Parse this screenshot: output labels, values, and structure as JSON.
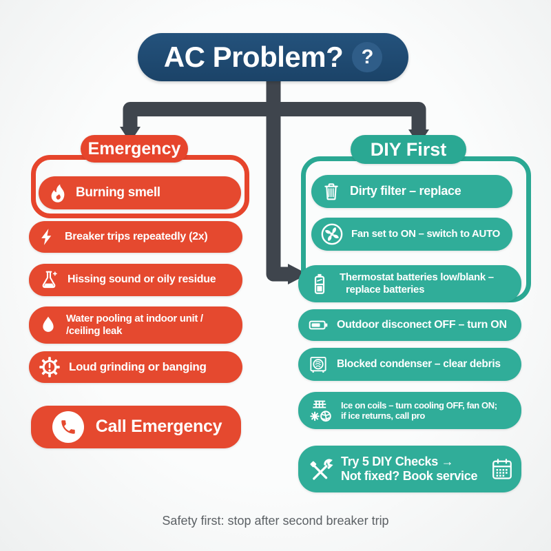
{
  "title": {
    "label": "AC Problem?",
    "badge": "?"
  },
  "colors": {
    "navy": "#1e4a72",
    "red": "#e5492f",
    "teal": "#2fae99",
    "connector": "#3f454d",
    "footer_text": "#5c6165"
  },
  "emergency": {
    "header": "Emergency",
    "items": [
      {
        "icon": "flame-icon",
        "line1": "Burning smell"
      },
      {
        "icon": "bolt-icon",
        "line1": "Breaker trips repeatedly (2x)"
      },
      {
        "icon": "flask-icon",
        "line1": "Hissing sound or oily residue"
      },
      {
        "icon": "droplet-icon",
        "line1": "Water pooling at indoor unit /",
        "line2": "/ceiling leak"
      },
      {
        "icon": "gear-alert-icon",
        "line1": "Loud grinding or banging"
      }
    ],
    "cta": {
      "icon": "phone-icon",
      "label": "Call Emergency"
    }
  },
  "diy": {
    "header": "DIY First",
    "items": [
      {
        "icon": "trash-icon",
        "line1": "Dirty filter – replace"
      },
      {
        "icon": "fan-icon",
        "line1": "Fan set to ON – switch to AUTO"
      },
      {
        "icon": "battery-vertical-icon",
        "line1": "Thermostat batteries low/blank –",
        "line2": "replace batteries"
      },
      {
        "icon": "battery-horizontal-icon",
        "line1": "Outdoor disconect OFF – turn ON"
      },
      {
        "icon": "condenser-icon",
        "line1": "Blocked condenser – clear debris"
      },
      {
        "icon": "ice-coils-icon",
        "line1": "Ice on coils – turn cooling OFF, fan ON;",
        "line2": "if ice returns, call pro"
      }
    ],
    "cta": {
      "icon_left": "tools-icon",
      "line1": "Try 5 DIY Checks →",
      "line2": "Not fixed? Book service",
      "icon_right": "calendar-icon"
    }
  },
  "footer": {
    "note": "Safety first: stop after second breaker trip"
  }
}
